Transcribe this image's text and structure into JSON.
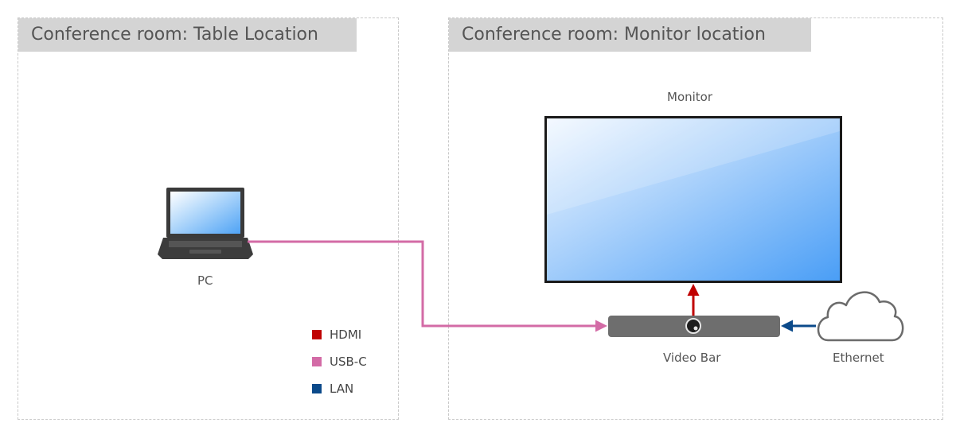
{
  "zones": {
    "table": {
      "title": "Conference room: Table Location"
    },
    "monitor": {
      "title": "Conference room: Monitor location"
    }
  },
  "devices": {
    "monitor": {
      "label": "Monitor",
      "icon": "monitor-icon"
    },
    "pc": {
      "label": "PC",
      "icon": "laptop-icon"
    },
    "video_bar": {
      "label": "Video Bar",
      "icon": "video-bar-icon"
    },
    "ethernet": {
      "label": "Ethernet",
      "icon": "cloud-icon"
    }
  },
  "connections": [
    {
      "from": "PC",
      "to": "Video Bar",
      "type": "USB-C"
    },
    {
      "from": "Video Bar",
      "to": "Monitor",
      "type": "HDMI"
    },
    {
      "from": "Ethernet",
      "to": "Video Bar",
      "type": "LAN"
    }
  ],
  "legend": [
    {
      "label": "HDMI",
      "color": "#c00000"
    },
    {
      "label": "USB-C",
      "color": "#d36ba6"
    },
    {
      "label": "LAN",
      "color": "#0b4a8a"
    }
  ]
}
